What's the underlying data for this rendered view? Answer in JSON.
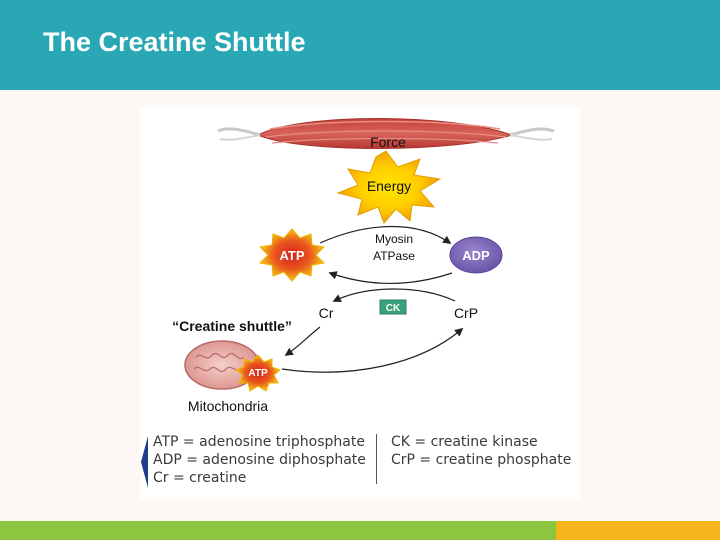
{
  "slide": {
    "title": "The Creatine Shuttle"
  },
  "diagram": {
    "force_label": "Force",
    "energy_label": "Energy",
    "atp_label": "ATP",
    "adp_label": "ADP",
    "enzyme_line1": "Myosin",
    "enzyme_line2": "ATPase",
    "cr_label": "Cr",
    "crp_label": "CrP",
    "ck_label": "CK",
    "shuttle_label": "“Creatine shuttle”",
    "mito_atp_label": "ATP",
    "mito_label": "Mitochondria"
  },
  "legend": {
    "left": [
      "ATP  = adenosine triphosphate",
      "ADP = adenosine diphosphate",
      "Cr = creatine"
    ],
    "right": [
      "CK  = creatine kinase",
      "CrP = creatine phosphate"
    ]
  },
  "colors": {
    "header": "#2aa7b5",
    "footer_green": "#8cc540",
    "footer_orange": "#f6b51d",
    "legend_accent": "#1e3f8c"
  }
}
